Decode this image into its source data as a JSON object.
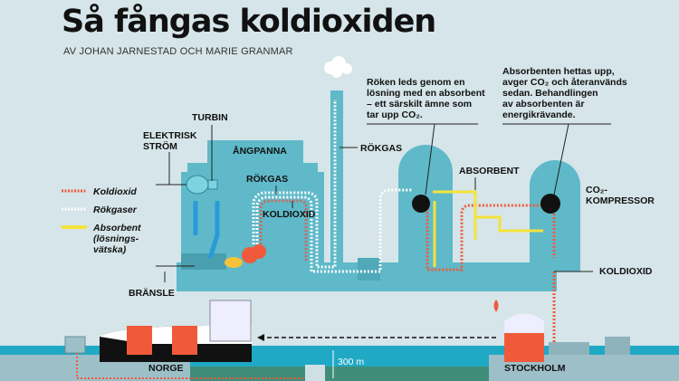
{
  "title": "Så fångas koldioxiden",
  "byline": "AV JOHAN JARNESTAD OCH MARIE GRANMAR",
  "legend": {
    "co2": "Koldioxid",
    "flue": "Rökgaser",
    "absorbent_1": "Absorbent",
    "absorbent_2": "(lösnings-",
    "absorbent_3": "vätska)"
  },
  "labels": {
    "turbin": "TURBIN",
    "el_1": "ELEKTRISK",
    "el_2": "STRÖM",
    "angpanna": "ÅNGPANNA",
    "rokgas_boiler": "RÖKGAS",
    "koldioxid_boiler": "KOLDIOXID",
    "rokgas_chimney": "RÖKGAS",
    "absorbent": "ABSORBENT",
    "kompressor_1": "CO₂-",
    "kompressor_2": "KOMPRESSOR",
    "koldioxid_out": "KOLDIOXID",
    "bransle": "BRÄNSLE",
    "norge": "NORGE",
    "stockholm": "STOCKHOLM",
    "depth": "300 m"
  },
  "notes": {
    "absorber": [
      "Röken leds genom en",
      "lösning med en absorbent",
      "– ett särskilt ämne som",
      "tar upp CO₂."
    ],
    "stripper": [
      "Absorbenten hettas upp,",
      "avger CO₂ och återanvänds",
      "sedan. Behandlingen",
      "av absorbenten är",
      "energikrävande."
    ]
  },
  "colors": {
    "background": "#d5e5e9",
    "building": "#5fb9c9",
    "co2": "#f05a3a",
    "flue": "#ffffff",
    "absorbent": "#f5e33a",
    "water": "#1fa9c4"
  }
}
